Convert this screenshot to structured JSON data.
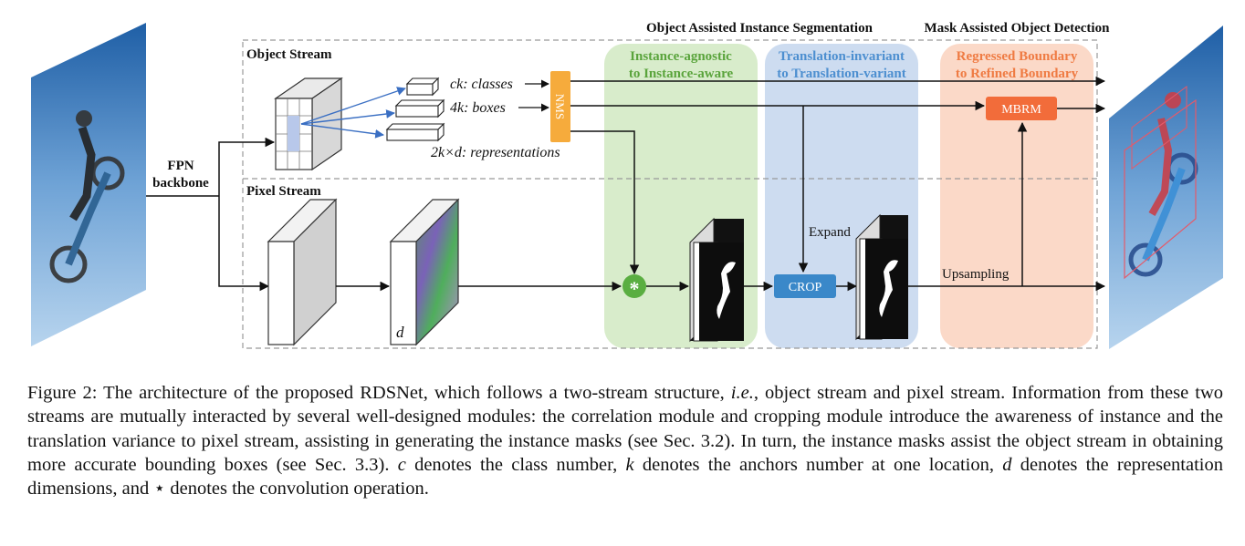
{
  "figure": {
    "headers": {
      "oais": "Object Assisted Instance Segmentation",
      "maod": "Mask Assisted Object Detection"
    },
    "object_stream_label": "Object Stream",
    "pixel_stream_label": "Pixel Stream",
    "fpn_line1": "FPN",
    "fpn_line2": "backbone",
    "ck_label": "ck: classes",
    "fourk_label": "4k: boxes",
    "rep_label": "2k×d: representations",
    "nms_label": "NMS",
    "d_label": "d",
    "region_green_line1": "Instance-agnostic",
    "region_green_line2": "to Instance-aware",
    "region_blue_line1": "Translation-invariant",
    "region_blue_line2": "to Translation-variant",
    "region_orange_line1": "Regressed Boundary",
    "region_orange_line2": "to Refined Boundary",
    "conv_symbol": "*",
    "crop_label": "CROP",
    "expand_label": "Expand",
    "mbrm_label": "MBRM",
    "upsampling_label": "Upsampling",
    "colors": {
      "green_region": "#d8eccb",
      "blue_region": "#cddcf0",
      "orange_region": "#fbd9c8",
      "green_text": "#5aa43c",
      "blue_text": "#4d8fd0",
      "orange_text": "#ef7b43",
      "nms_fill": "#f6ab3c",
      "crop_fill": "#3a88c9",
      "mbrm_fill": "#f26c3a",
      "conv_fill": "#5aae41",
      "arrow_blue": "#3a6fc3"
    }
  },
  "caption": {
    "part1": "Figure 2: The architecture of the proposed RDSNet, which follows a two-stream structure, ",
    "ie": "i.e.",
    "part2": ", object stream and pixel stream. Information from these two streams are mutually interacted by several well-designed modules: the correlation module and cropping module introduce the awareness of instance and the translation variance to pixel stream, assisting in generating the instance masks (see Sec. 3.2). In turn, the instance masks assist the object stream in obtaining more accurate bounding boxes (see Sec. 3.3). ",
    "c": "c",
    "part3": " denotes the class number, ",
    "k": "k",
    "part4": " denotes the anchors number at one location, ",
    "d": "d",
    "part5": " denotes the representation dimensions, and ",
    "star": "⋆",
    "part6": " denotes the convolution operation."
  }
}
